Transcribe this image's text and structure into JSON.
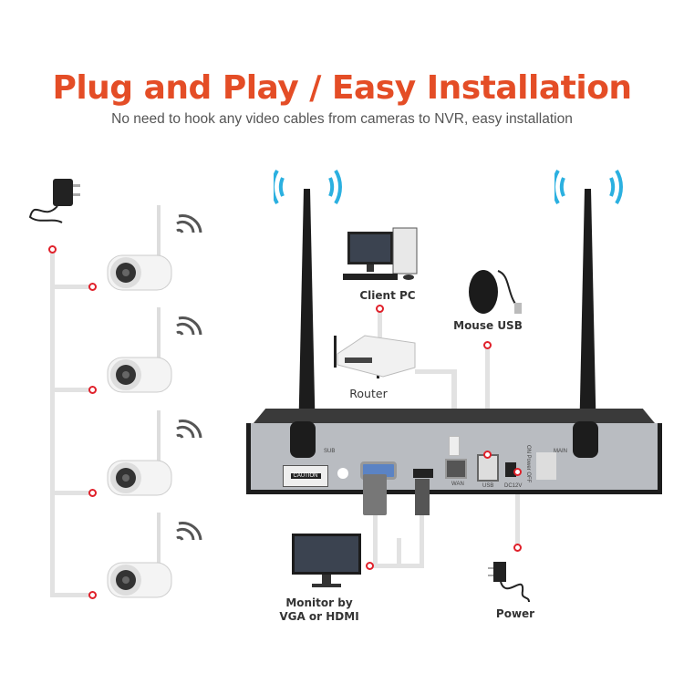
{
  "header": {
    "title": "Plug and Play / Easy Installation",
    "subtitle": "No need to hook any video cables from cameras to NVR, easy installation"
  },
  "labels": {
    "client_pc": "Client PC",
    "router": "Router",
    "mouse": "Mouse USB",
    "monitor_line1": "Monitor by",
    "monitor_line2": "VGA or HDMI",
    "power": "Power"
  },
  "nvr_panel": {
    "sub": "SUB",
    "main": "MAIN",
    "wan": "WAN",
    "usb": "USB",
    "dc": "DC12V",
    "caution": "CAUTION",
    "power_switch": "ON Power OFF"
  },
  "colors": {
    "accent": "#e44d26",
    "connector_dot": "#e0202a",
    "cable": "#e2e2e2"
  }
}
